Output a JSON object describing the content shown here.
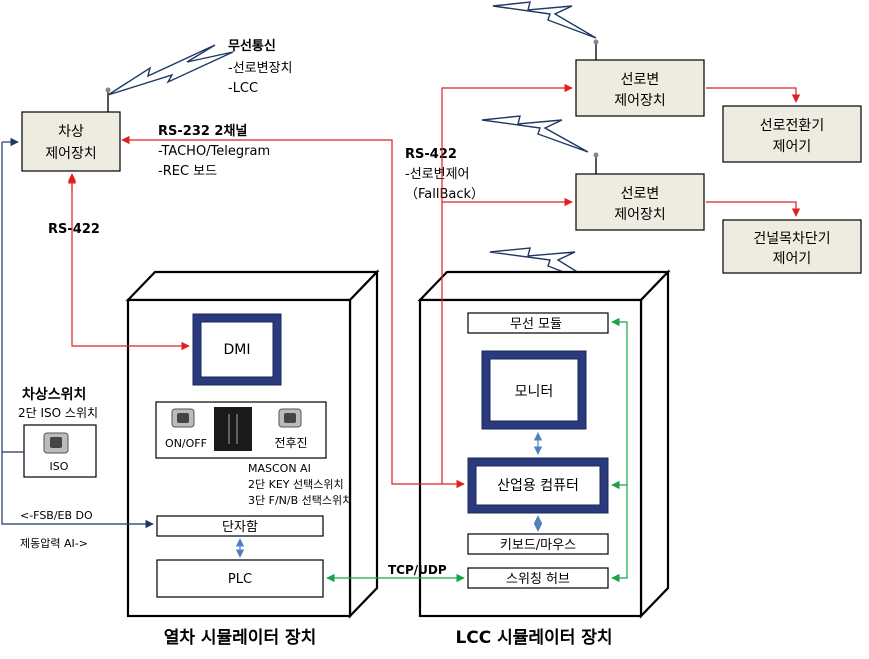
{
  "wireless": {
    "title": "무선통신",
    "line1": "-선로변장치",
    "line2": "-LCC"
  },
  "onboard": {
    "line1": "차상",
    "line2": "제어장치"
  },
  "rs232": {
    "title": "RS-232 2채널",
    "line1": "-TACHO/Telegram",
    "line2": "-REC 보드"
  },
  "rs422_left": "RS-422",
  "rs422_right": {
    "title": "RS-422",
    "line1": "-선로변제어",
    "line2": "（FallBack）"
  },
  "wayside1": {
    "line1": "선로변",
    "line2": "제어장치"
  },
  "wayside2": {
    "line1": "선로변",
    "line2": "제어장치"
  },
  "switch_ctrl": {
    "line1": "선로전환기",
    "line2": "제어기"
  },
  "crossing_ctrl": {
    "line1": "건널목차단기",
    "line2": "제어기"
  },
  "onboard_switch": {
    "title": "차상스위치",
    "subtitle": "2단 ISO 스위치",
    "iso_label": "ISO"
  },
  "train_sim": {
    "dmi": "DMI",
    "on_off": "ON/OFF",
    "fwd_rev": "전후진",
    "mascon1": "MASCON AI",
    "mascon2": "2단 KEY 선택스위치",
    "mascon3": "3단 F/N/B 선택스위치",
    "terminal": "단자함",
    "plc": "PLC",
    "caption": "열차 시뮬레이터 장치"
  },
  "fsb_label": "<-FSB/EB DO",
  "brake_label": "제동압력 AI->",
  "tcp_label": "TCP/UDP",
  "lcc_sim": {
    "wireless_module": "무선 모듈",
    "monitor": "모니터",
    "computer": "산업용 컴퓨터",
    "keyboard": "키보드/마우스",
    "hub": "스위칭 허브",
    "caption": "LCC 시뮬레이터 장치"
  },
  "colors": {
    "red": "#e02020",
    "green": "#1aa34a",
    "blue": "#4f81bd",
    "navy": "#1f3864",
    "box_fill": "#eeece1"
  }
}
